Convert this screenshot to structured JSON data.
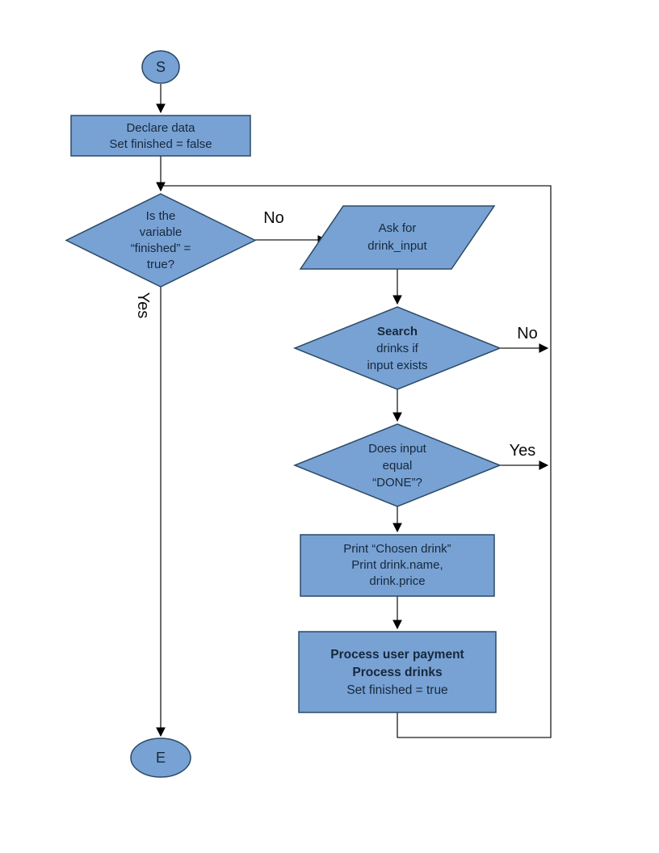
{
  "diagram": {
    "title": "drink order flowchart",
    "colors": {
      "shape_fill": "#78a2d4",
      "shape_border": "#2b4a66",
      "connector": "#1c1c1c",
      "text": "#16283c"
    },
    "nodes": {
      "start": {
        "label": "S"
      },
      "declare": {
        "line1": "Declare data",
        "line2": "Set finished = false"
      },
      "finished_check": {
        "line1": "Is the",
        "line2": "variable",
        "line3": "“finished” =",
        "line4": "true?"
      },
      "ask_input": {
        "line1": "Ask for",
        "line2": "drink_input"
      },
      "search_drinks": {
        "line1": "Search",
        "line2": "drinks if",
        "line3": "input exists"
      },
      "done_check": {
        "line1": "Does input",
        "line2": "equal",
        "line3": "“DONE”?"
      },
      "print_drink": {
        "line1": "Print “Chosen drink”",
        "line2": "Print drink.name,",
        "line3": "drink.price"
      },
      "process_payment": {
        "line1": "Process user payment",
        "line2": "Process drinks",
        "line3": "Set finished = true"
      },
      "end": {
        "label": "E"
      }
    },
    "edge_labels": {
      "finished_no": "No",
      "finished_yes": "Yes",
      "search_no": "No",
      "done_yes": "Yes"
    }
  }
}
